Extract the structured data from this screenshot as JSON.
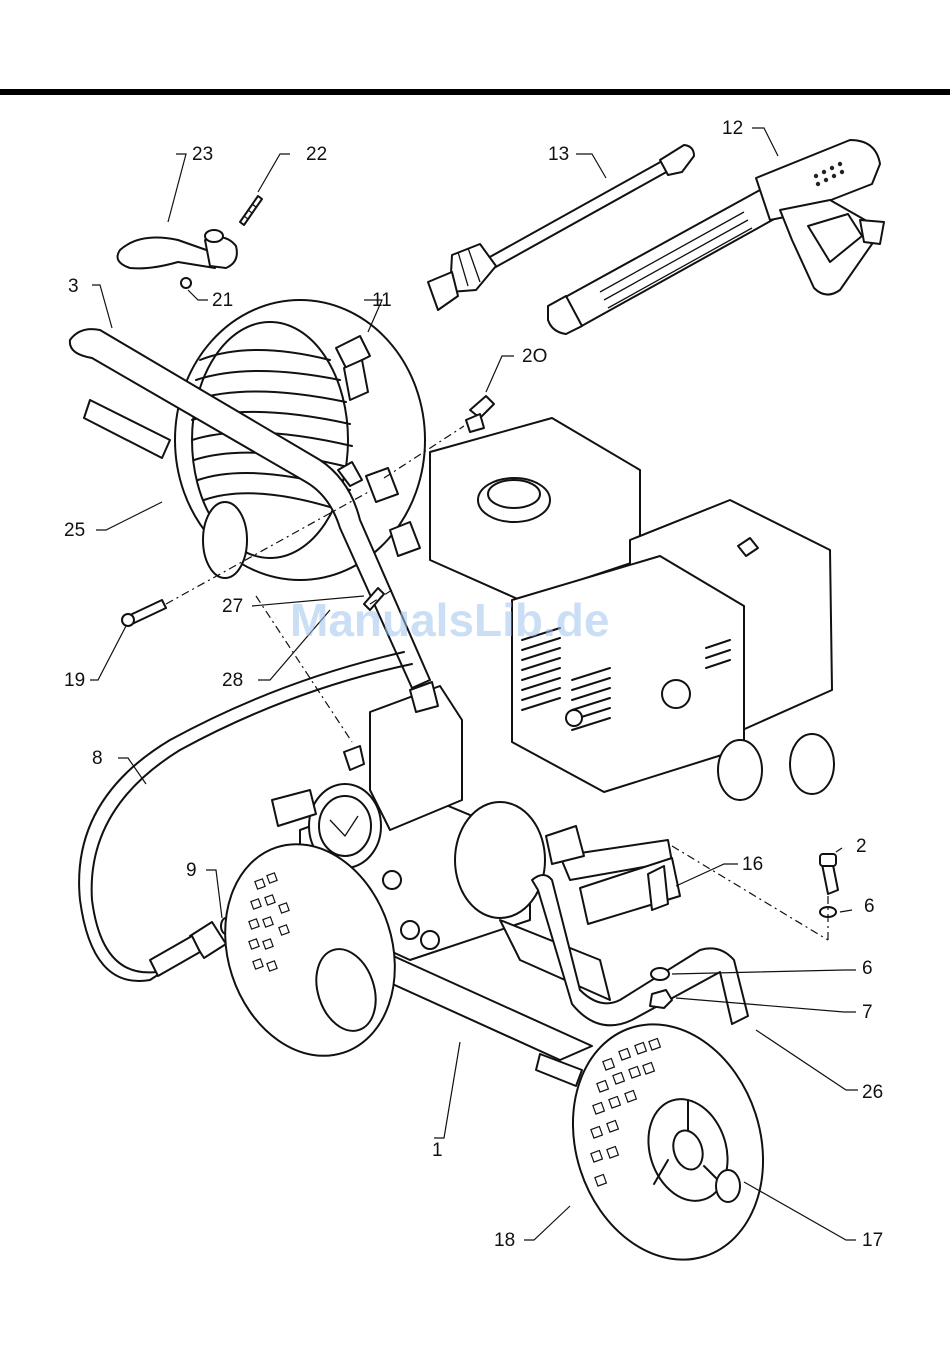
{
  "watermark": "ManualsLib.de",
  "callouts": {
    "c1": "1",
    "c2": "2",
    "c3": "3",
    "c6a": "6",
    "c6b": "6",
    "c7": "7",
    "c8": "8",
    "c9": "9",
    "c11": "11",
    "c12": "12",
    "c13": "13",
    "c16": "16",
    "c17": "17",
    "c18": "18",
    "c19": "19",
    "c20": "2O",
    "c21": "21",
    "c22": "22",
    "c23": "23",
    "c25": "25",
    "c26": "26",
    "c27": "27",
    "c28": "28"
  }
}
